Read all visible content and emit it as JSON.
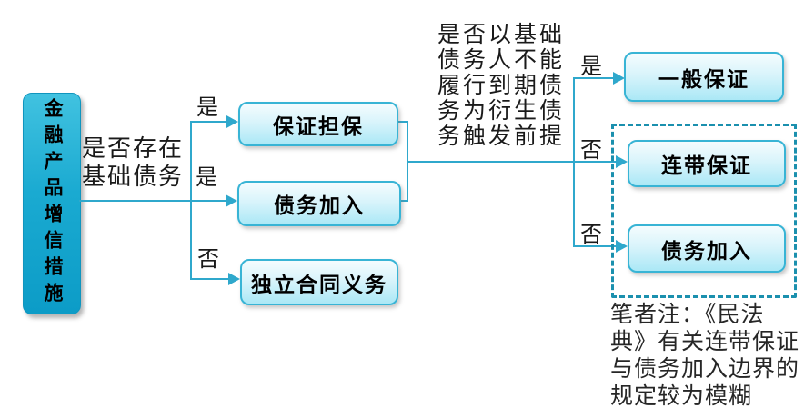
{
  "root": {
    "label": "金融产品增信措施"
  },
  "questions": {
    "q1_lines": [
      "是否存在",
      "基础债务"
    ],
    "q2_lines": [
      "是否以基础",
      "债务人不能",
      "履行到期债",
      "务为衍生债",
      "务触发前提"
    ]
  },
  "branches": {
    "yes1": "是",
    "yes2": "是",
    "no1": "否",
    "yes3": "是",
    "no2": "否",
    "no3": "否"
  },
  "nodes": {
    "guarantee": "保证担保",
    "debt_accession": "债务加入",
    "independent_obligation": "独立合同义务",
    "general_guarantee": "一般保证",
    "joint_guarantee": "连带保证",
    "debt_accession_right": "债务加入"
  },
  "note": {
    "lines": [
      "笔者注：《民法",
      "典》有关连带保证",
      "与债务加入边界的",
      "规定较为模糊"
    ]
  },
  "colors": {
    "connector": "#2fa8cc",
    "node_border": "#38b4d5",
    "node_fill_top": "#f4fcfe",
    "node_fill_bottom": "#abe8f6",
    "root_fill_top": "#41c2e0",
    "root_fill_bottom": "#0c9cc7",
    "dashed_border": "#1b90ae",
    "text": "#1a1a1a"
  }
}
